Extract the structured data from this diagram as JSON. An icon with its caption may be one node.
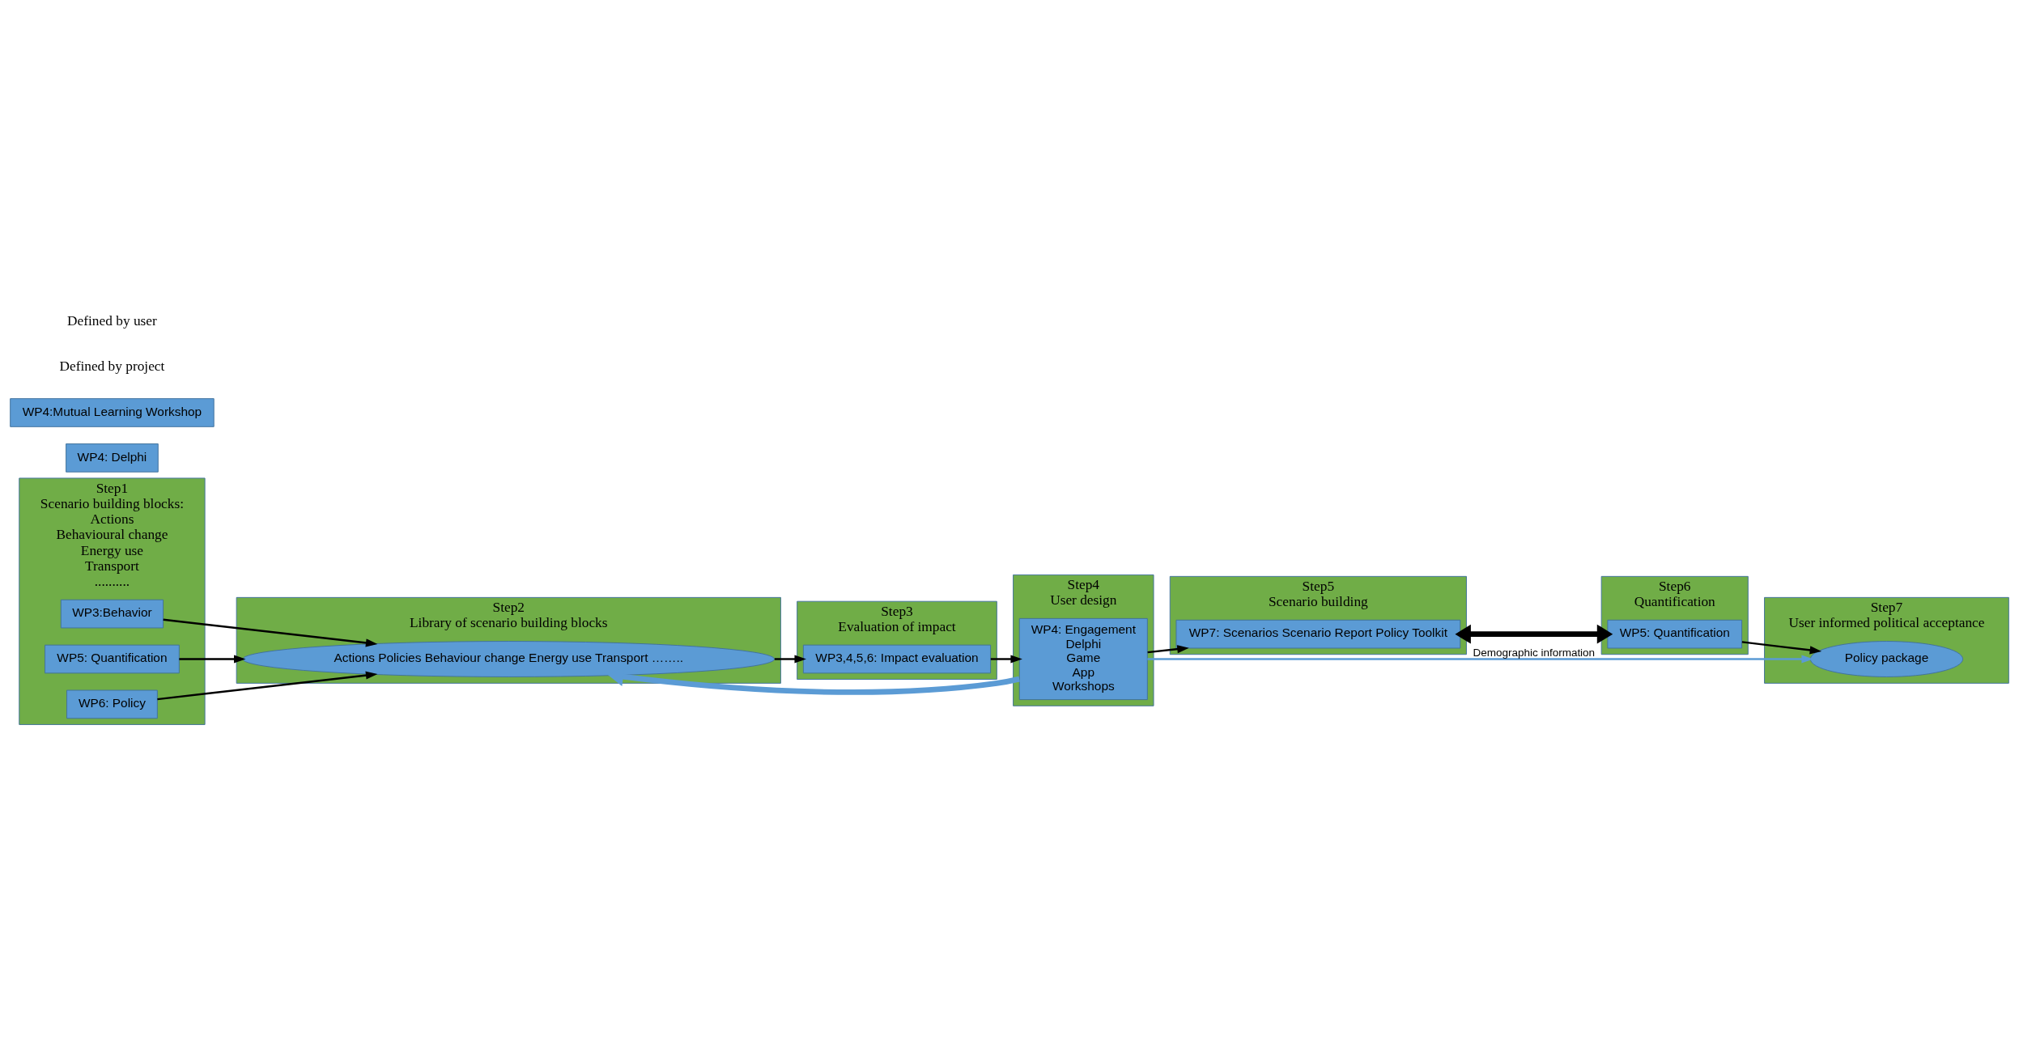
{
  "diagram": {
    "nodes": [
      {
        "text": [
          "Step1",
          "Scenario building blocks:",
          "Actions",
          "Behavioural change",
          "Energy use",
          "Transport",
          ".........."
        ]
      },
      {
        "text": [
          "WP3:Behavior"
        ],
        "in": 0
      },
      {
        "text": [
          "WP5: Quantification"
        ],
        "in": 0
      },
      {
        "text": [
          "WP6: Policy"
        ],
        "in": 0
      },
      {
        "text": [
          "Step2",
          "Library of scenario building blocks"
        ]
      },
      {
        "text": [
          "Actions Policies Behaviour change Energy use Transport …….."
        ],
        "in": 4
      },
      {
        "text": [
          "Step3",
          "Evaluation of impact"
        ]
      },
      {
        "text": [
          "WP3,4,5,6: Impact evaluation"
        ],
        "in": 6
      },
      {
        "text": [
          "Step4",
          "User design"
        ]
      },
      {
        "text": [
          "WP4: Engagement",
          "Delphi",
          "Game",
          "App",
          "Workshops"
        ],
        "in": 8
      },
      {
        "text": [
          "Step5",
          "Scenario building"
        ]
      },
      {
        "text": [
          "WP7: Scenarios Scenario Report Policy Toolkit"
        ],
        "in": 10
      },
      {
        "text": [
          "Step6",
          "Quantification"
        ]
      },
      {
        "text": [
          "WP5: Quantification"
        ],
        "in": 12
      },
      {
        "text": [
          "Step7",
          "User informed political acceptance"
        ]
      },
      {
        "text": [
          "Policy package"
        ],
        "in": 14
      },
      {
        "text": [
          "WP4: Delphi"
        ]
      },
      {
        "text": [
          "WP4:Mutual Learning Workshop"
        ]
      }
    ],
    "edges": [
      {
        "from": 1,
        "to": 5,
        "arrow": "to"
      },
      {
        "from": 2,
        "to": 5,
        "arrow": "to"
      },
      {
        "from": 3,
        "to": 5,
        "arrow": "to"
      },
      {
        "from": 5,
        "to": 7,
        "arrow": "to"
      },
      {
        "from": 7,
        "to": 9,
        "arrow": "to"
      },
      {
        "from": 9,
        "to": 11,
        "arrow": "to"
      },
      {
        "from": 11,
        "to": 13,
        "arrow": "both",
        "style": "thick"
      },
      {
        "from": 13,
        "to": 15,
        "arrow": "to"
      },
      {
        "from": 9,
        "to": 5,
        "arrow": "to",
        "style": "thick",
        "color": "#5b9bd5"
      },
      {
        "from": 9,
        "to": 15,
        "arrow": "to",
        "label": "Demographic information",
        "color": "#5b9bd5"
      }
    ],
    "labels": [
      "Defined by project",
      "Defined by user"
    ]
  }
}
